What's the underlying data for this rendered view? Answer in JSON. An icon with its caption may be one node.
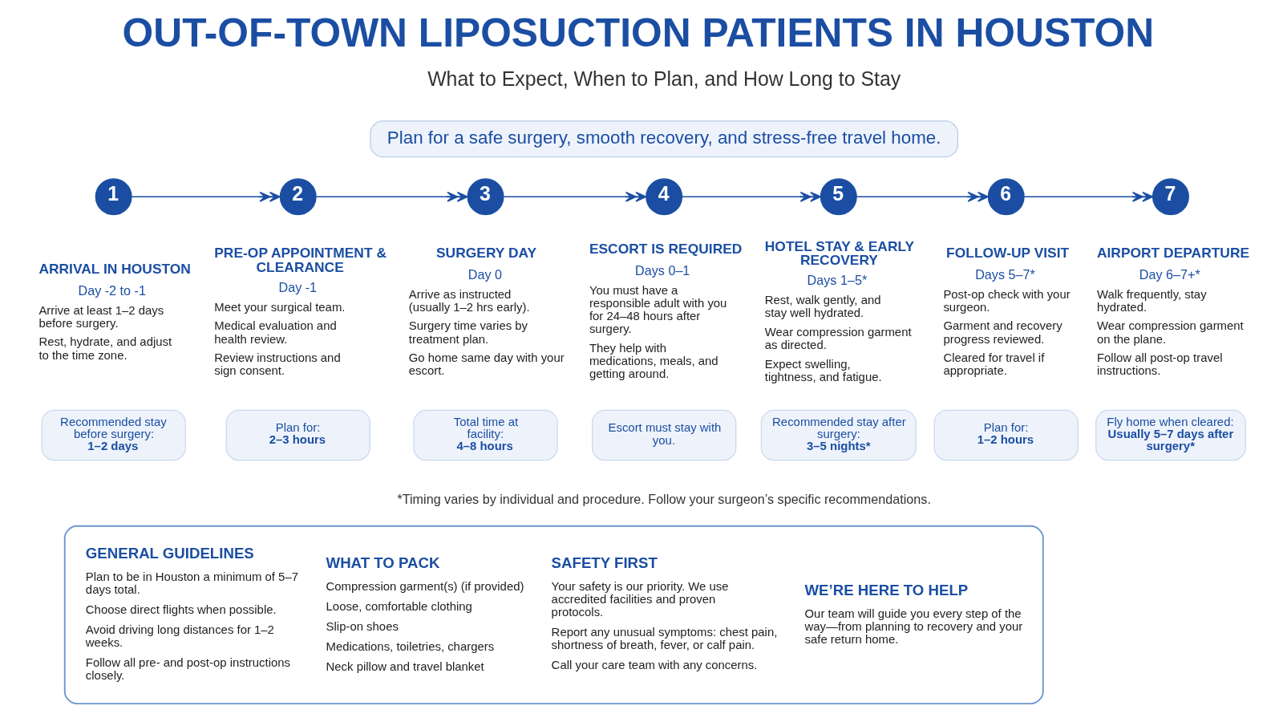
{
  "diagram": {
    "title": "OUT-OF-TOWN LIPOSUCTION PATIENTS IN HOUSTON",
    "nodes": [
      {
        "text": [
          "Plan for a safe surgery, smooth recovery, and stress-free travel home."
        ]
      },
      {
        "text": [
          "1"
        ],
        "beside": [
          "ARRIVAL IN HOUSTON",
          "Day -2 to -1",
          "Arrive at least 1–2 days before surgery.",
          "Rest, hydrate, and adjust to the time zone."
        ]
      },
      {
        "text": [
          "2"
        ],
        "beside": [
          "PRE-OP APPOINTMENT & CLEARANCE",
          "Day -1",
          "Meet your surgical team.",
          "Medical evaluation and health review.",
          "Review instructions and sign consent."
        ]
      },
      {
        "text": [
          "3"
        ],
        "beside": [
          "SURGERY DAY",
          "Day 0",
          "Arrive as instructed (usually 1–2 hrs early).",
          "Surgery time varies by treatment plan.",
          "Go home same day with your escort."
        ]
      },
      {
        "text": [
          "4"
        ],
        "beside": [
          "ESCORT IS REQUIRED",
          "Days 0–1",
          "You must have a responsible adult with you for 24–48 hours after surgery.",
          "They help with medications, meals, and getting around."
        ]
      },
      {
        "text": [
          "5"
        ],
        "beside": [
          "HOTEL STAY & EARLY RECOVERY",
          "Days 1–5*",
          "Rest, walk gently, and stay well hydrated.",
          "Wear compression garment as directed.",
          "Expect swelling, tightness, and fatigue."
        ]
      },
      {
        "text": [
          "6"
        ],
        "beside": [
          "FOLLOW-UP VISIT",
          "Days 5–7*",
          "Post-op check with your surgeon.",
          "Garment and recovery progress reviewed.",
          "Cleared for travel if appropriate."
        ]
      },
      {
        "text": [
          "7"
        ],
        "beside": [
          "AIRPORT DEPARTURE",
          "Day 6–7+*",
          "Walk frequently, stay hydrated.",
          "Wear compression garment on the plane.",
          "Follow all post-op travel instructions."
        ]
      },
      {
        "text": [
          "Recommended stay before surgery:",
          "1–2 days"
        ]
      },
      {
        "text": [
          "Plan for:",
          "2–3 hours"
        ]
      },
      {
        "text": [
          "Total time at facility:",
          "4–8 hours"
        ]
      },
      {
        "text": [
          "Escort must stay with you."
        ]
      },
      {
        "text": [
          "Recommended stay after surgery:",
          "3–5 nights*"
        ]
      },
      {
        "text": [
          "Plan for:",
          "1–2 hours"
        ]
      },
      {
        "text": [
          "Fly home when cleared:",
          "Usually 5–7 days after surgery*"
        ]
      },
      {
        "text": [],
        "shape": "box"
      },
      {
        "text": [
          "GENERAL GUIDELINES",
          "Plan to be in Houston a minimum of 5–7 days total.",
          "Choose direct flights when possible.",
          "Avoid driving long distances for 1–2 weeks.",
          "Follow all pre- and post-op instructions closely."
        ],
        "in": 15
      },
      {
        "text": [
          "WHAT TO PACK",
          "Compression garment(s) (if provided)",
          "Loose, comfortable clothing",
          "Slip-on shoes",
          "Medications, toiletries, chargers",
          "Neck pillow and travel blanket"
        ],
        "in": 15
      },
      {
        "text": [
          "SAFETY FIRST",
          "Your safety is our priority. We use accredited facilities and proven protocols.",
          "Report any unusual symptoms: chest pain, shortness of breath, fever, or calf pain.",
          "Call your care team with any concerns."
        ],
        "in": 15
      },
      {
        "text": [
          "WE’RE HERE TO HELP",
          "Our team will guide you every step of the way—from planning to recovery and your safe return home."
        ],
        "in": 15
      }
    ],
    "edges": [
      {
        "from": 1,
        "to": 2,
        "arrow": "to"
      },
      {
        "from": 2,
        "to": 3,
        "arrow": "to"
      },
      {
        "from": 3,
        "to": 4,
        "arrow": "to"
      },
      {
        "from": 4,
        "to": 5,
        "arrow": "to"
      },
      {
        "from": 5,
        "to": 6,
        "arrow": "to"
      },
      {
        "from": 6,
        "to": 7,
        "arrow": "to"
      }
    ],
    "labels": [
      "What to Expect, When to Plan, and How Long to Stay",
      "*Timing varies by individual and procedure. Follow your surgeon’s specific recommendations."
    ]
  }
}
